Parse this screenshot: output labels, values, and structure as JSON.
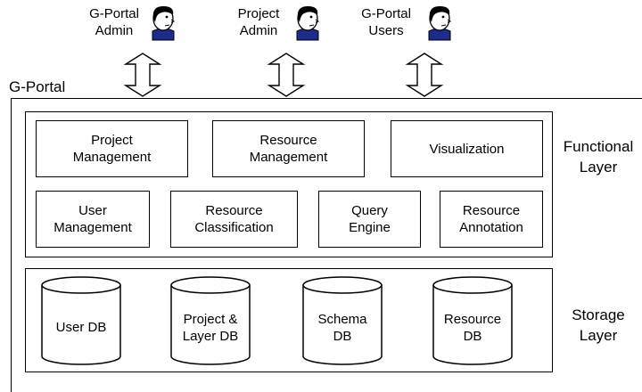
{
  "actors": [
    {
      "label": "G-Portal\nAdmin"
    },
    {
      "label": "Project\nAdmin"
    },
    {
      "label": "G-Portal\nUsers"
    }
  ],
  "portal_title": "G-Portal",
  "functional_layer": {
    "label": "Functional\nLayer",
    "row1": [
      "Project\nManagement",
      "Resource\nManagement",
      "Visualization"
    ],
    "row2": [
      "User\nManagement",
      "Resource\nClassification",
      "Query\nEngine",
      "Resource\nAnnotation"
    ]
  },
  "storage_layer": {
    "label": "Storage\nLayer",
    "databases": [
      "User DB",
      "Project &\nLayer DB",
      "Schema\nDB",
      "Resource\nDB"
    ]
  }
}
